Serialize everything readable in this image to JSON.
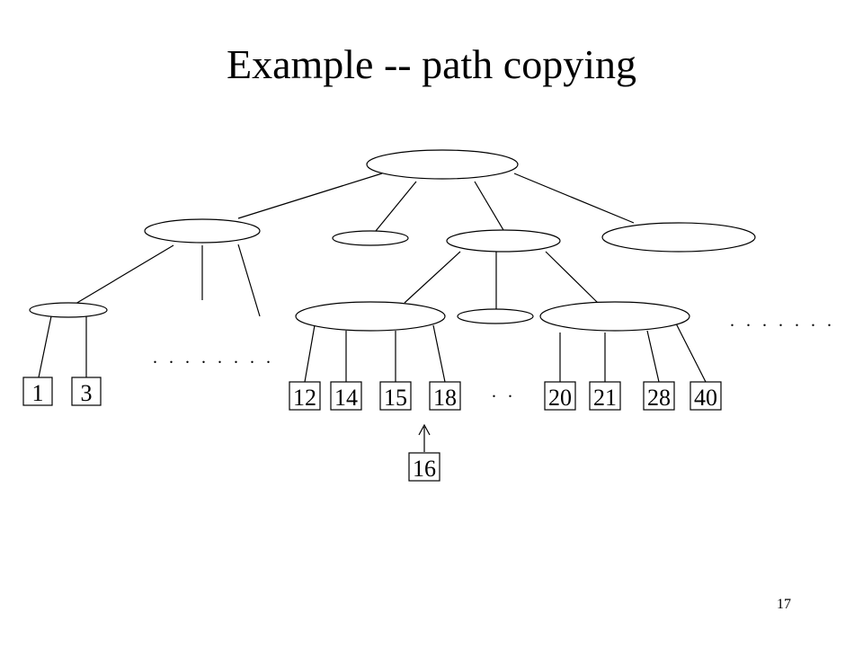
{
  "slide": {
    "title": "Example -- path copying",
    "page_number": "17"
  },
  "diagram": {
    "leaves_left": [
      "1",
      "3"
    ],
    "leaves_middle": [
      "12",
      "14",
      "15",
      "18"
    ],
    "leaves_right": [
      "20",
      "21",
      "28",
      "40"
    ],
    "inserted_key": "16",
    "ellipsis_left": ". . . . . . . .",
    "ellipsis_middle": ". .",
    "ellipsis_right": ". . . . . . ."
  }
}
